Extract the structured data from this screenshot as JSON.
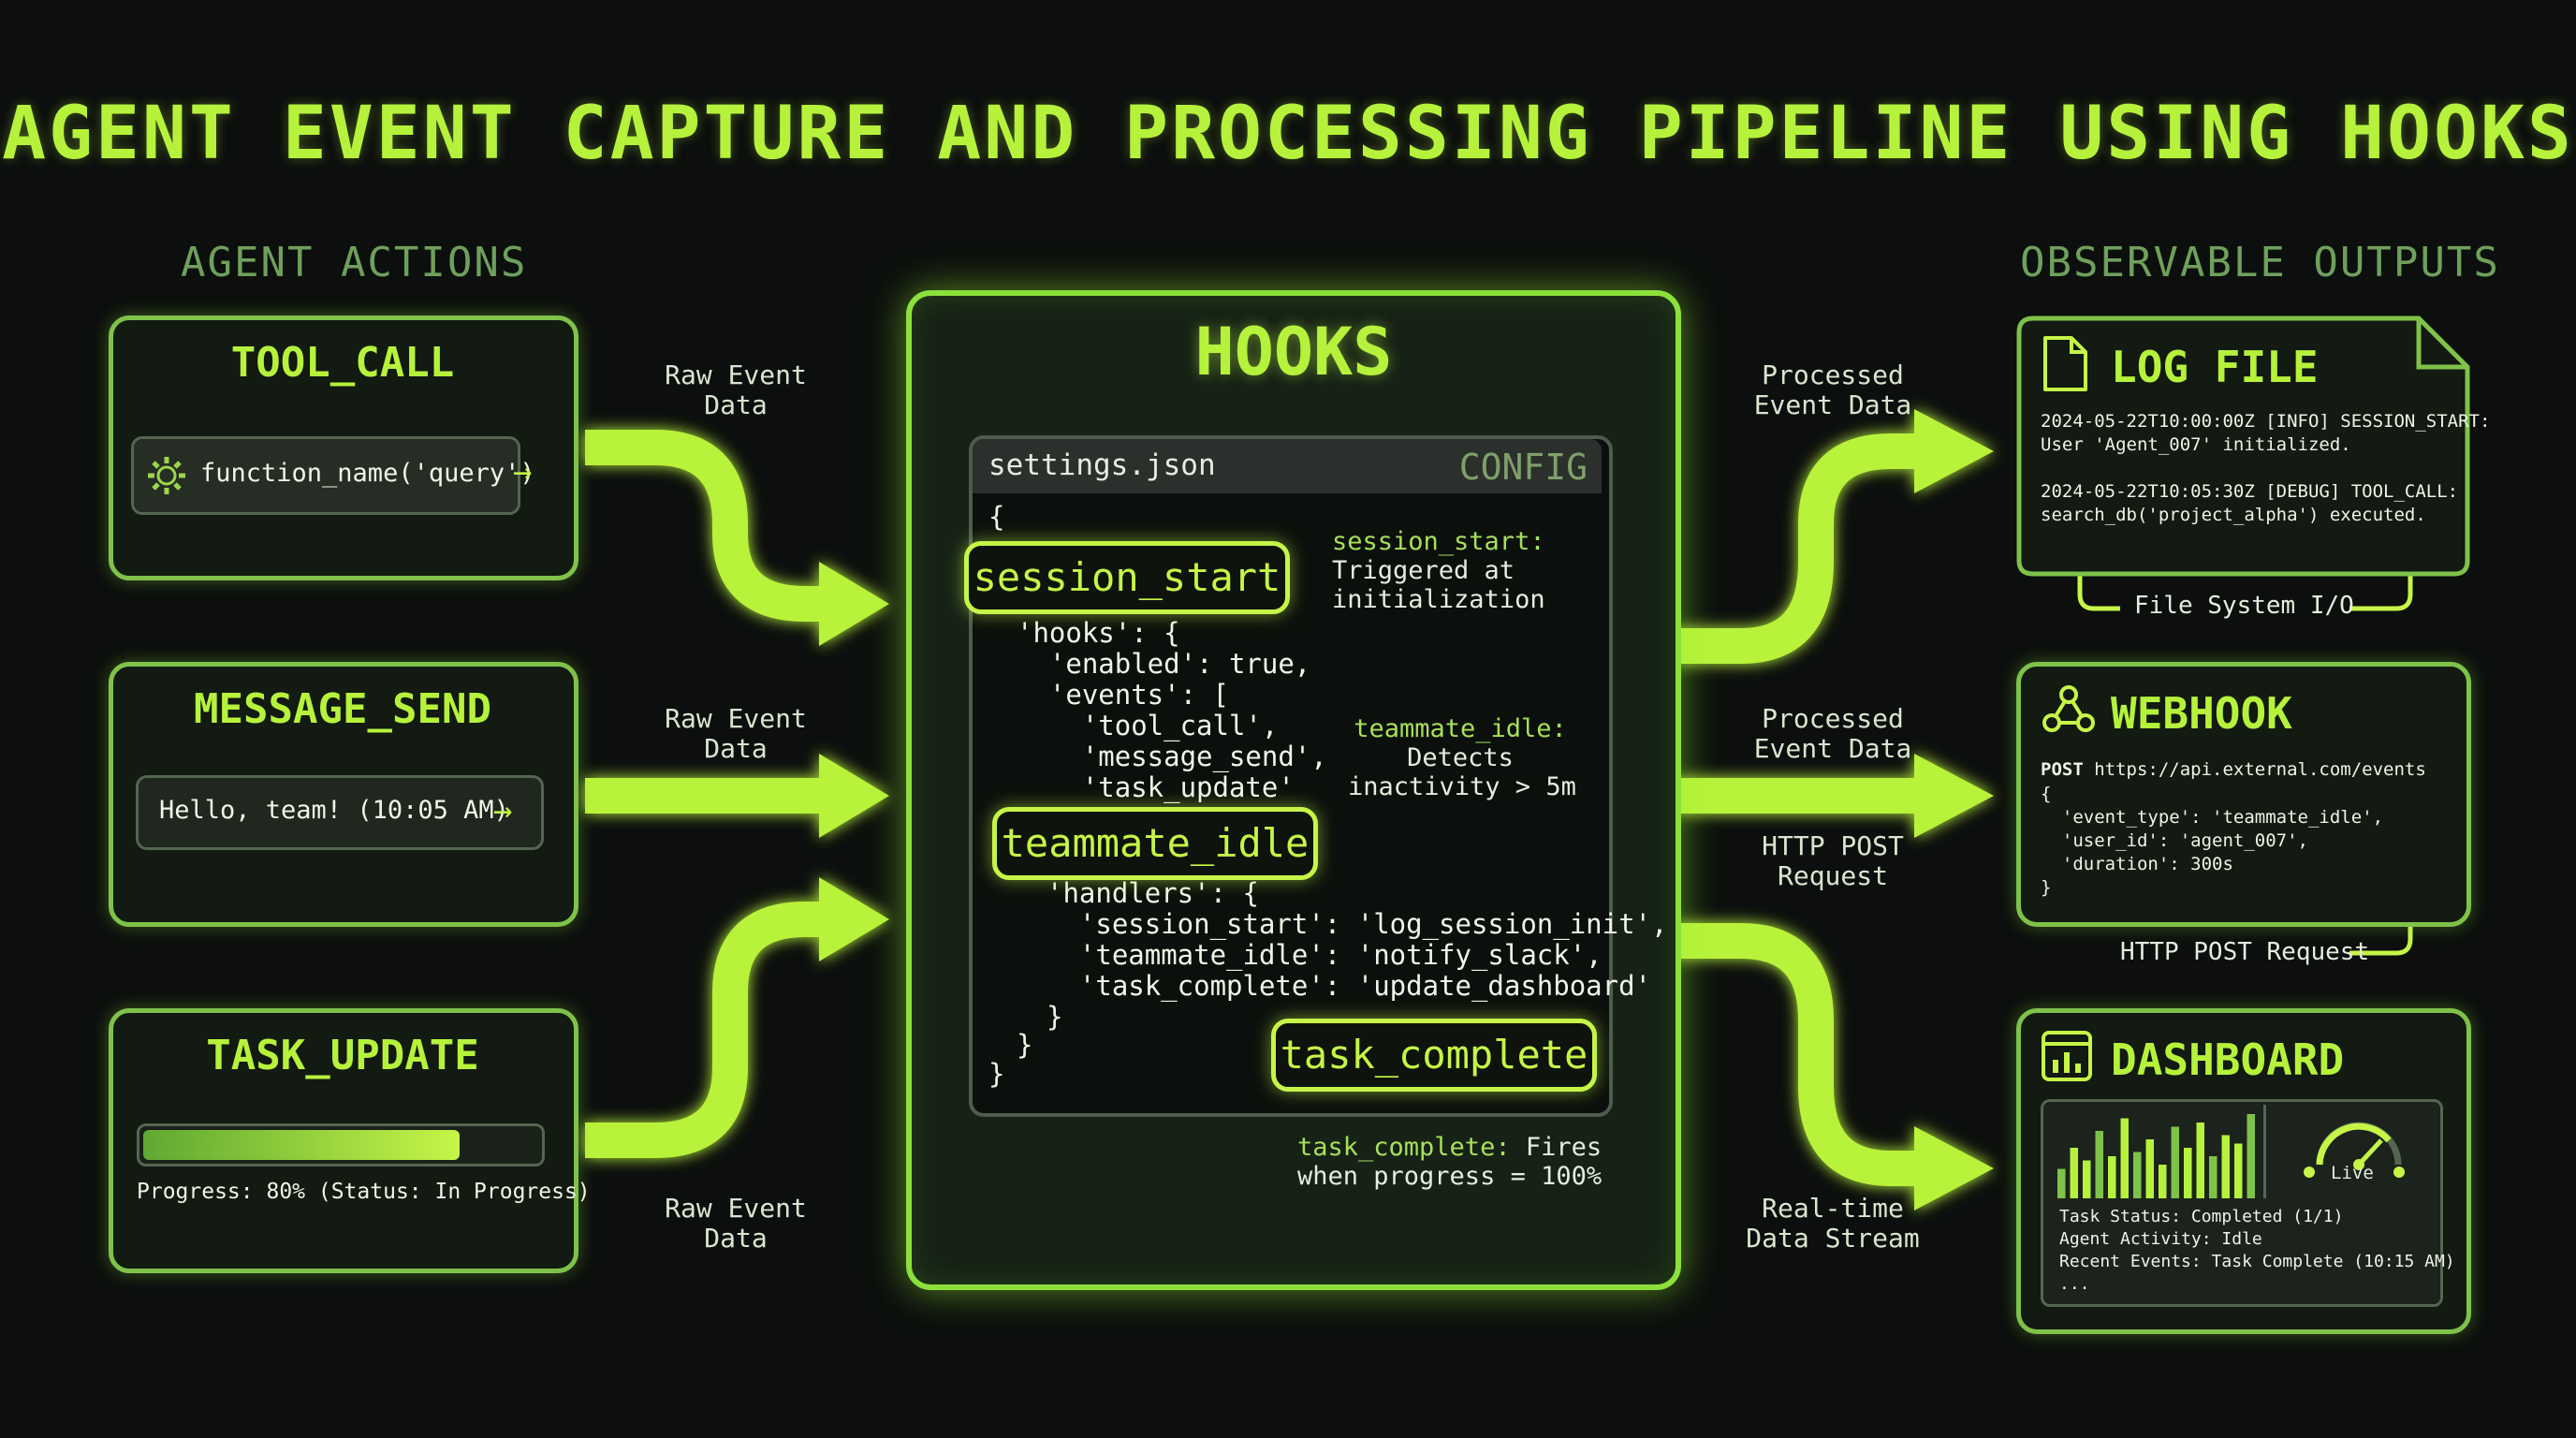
{
  "title": "AGENT EVENT CAPTURE AND PROCESSING PIPELINE USING HOOKS",
  "sections": {
    "left": "AGENT ACTIONS",
    "right": "OBSERVABLE OUTPUTS"
  },
  "actions": {
    "tool_call": {
      "title": "TOOL_CALL",
      "code": "function_name('query')"
    },
    "message_send": {
      "title": "MESSAGE_SEND",
      "message": "Hello, team! (10:05 AM)"
    },
    "task_update": {
      "title": "TASK_UPDATE",
      "progress": 0.8,
      "progress_label": "80%",
      "status": "Progress: 80% (Status: In Progress)"
    }
  },
  "flow_labels": {
    "raw1": "Raw Event\nData",
    "raw2": "Raw Event\nData",
    "raw3": "Raw Event\nData",
    "processed1": "Processed\nEvent Data",
    "processed2": "Processed\nEvent Data",
    "http": "HTTP POST\nRequest",
    "stream": "Real-time\nData Stream"
  },
  "hooks": {
    "title": "HOOKS",
    "file": "settings.json",
    "config": "CONFIG",
    "chips": {
      "session_start": "session_start",
      "teammate_idle": "teammate_idle",
      "task_complete": "task_complete"
    },
    "code": {
      "open": "{",
      "hooks_block": "'hooks': {\n  'enabled': true,\n  'events': [\n    'tool_call',\n    'message_send',\n    'task_update'",
      "handlers_block": "'handlers': {\n  'session_start': 'log_session_init',\n  'teammate_idle': 'notify_slack',\n  'task_complete': 'update_dashboard'\n}",
      "close1": "}",
      "close2": "}"
    },
    "annotations": {
      "session_start_key": "session_start:",
      "session_start_text": "Triggered at\ninitialization",
      "teammate_idle_key": "teammate_idle:",
      "teammate_idle_text": "Detects\ninactivity > 5m",
      "task_complete_key": "task_complete:",
      "task_complete_text1": " Fires",
      "task_complete_text2": "when progress = 100%"
    }
  },
  "outputs": {
    "log": {
      "title": "LOG FILE",
      "lines": "2024-05-22T10:00:00Z [INFO] SESSION_START:\nUser 'Agent_007' initialized.\n\n2024-05-22T10:05:30Z [DEBUG] TOOL_CALL:\nsearch_db('project_alpha') executed.",
      "loop_label": "File System I/O"
    },
    "webhook": {
      "title": "WEBHOOK",
      "method": "POST",
      "url": " https://api.external.com/events",
      "body": "{\n  'event_type': 'teammate_idle',\n  'user_id': 'agent_007',\n  'duration': 300s\n}",
      "loop_label": "HTTP POST Request"
    },
    "dashboard": {
      "title": "DASHBOARD",
      "bars": [
        0.35,
        0.6,
        0.45,
        0.8,
        0.5,
        0.95,
        0.55,
        0.7,
        0.4,
        0.85,
        0.6,
        0.9,
        0.5,
        0.75,
        0.65,
        1.0
      ],
      "gauge_label": "Live",
      "status": "Task Status: Completed (1/1)\nAgent Activity: Idle\nRecent Events: Task Complete (10:15 AM)\n..."
    }
  },
  "colors": {
    "accent": "#b6f23c",
    "border": "#7fc24a",
    "background": "#0c0f0d"
  }
}
